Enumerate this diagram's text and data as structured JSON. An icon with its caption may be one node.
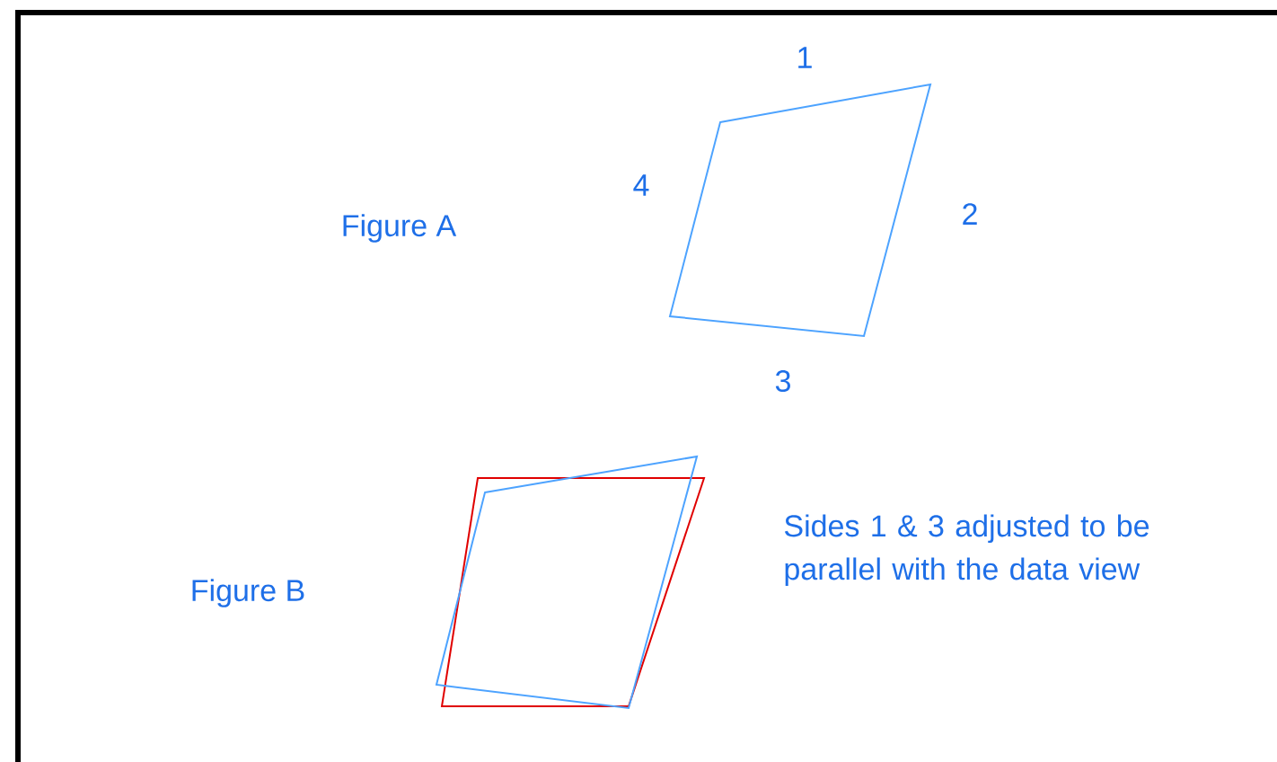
{
  "diagram": {
    "labels": [
      "1",
      "4",
      "Figure A",
      "2",
      "3",
      "Figure B",
      "Sides 1 & 3 adjusted to be parallel with the data view"
    ]
  }
}
